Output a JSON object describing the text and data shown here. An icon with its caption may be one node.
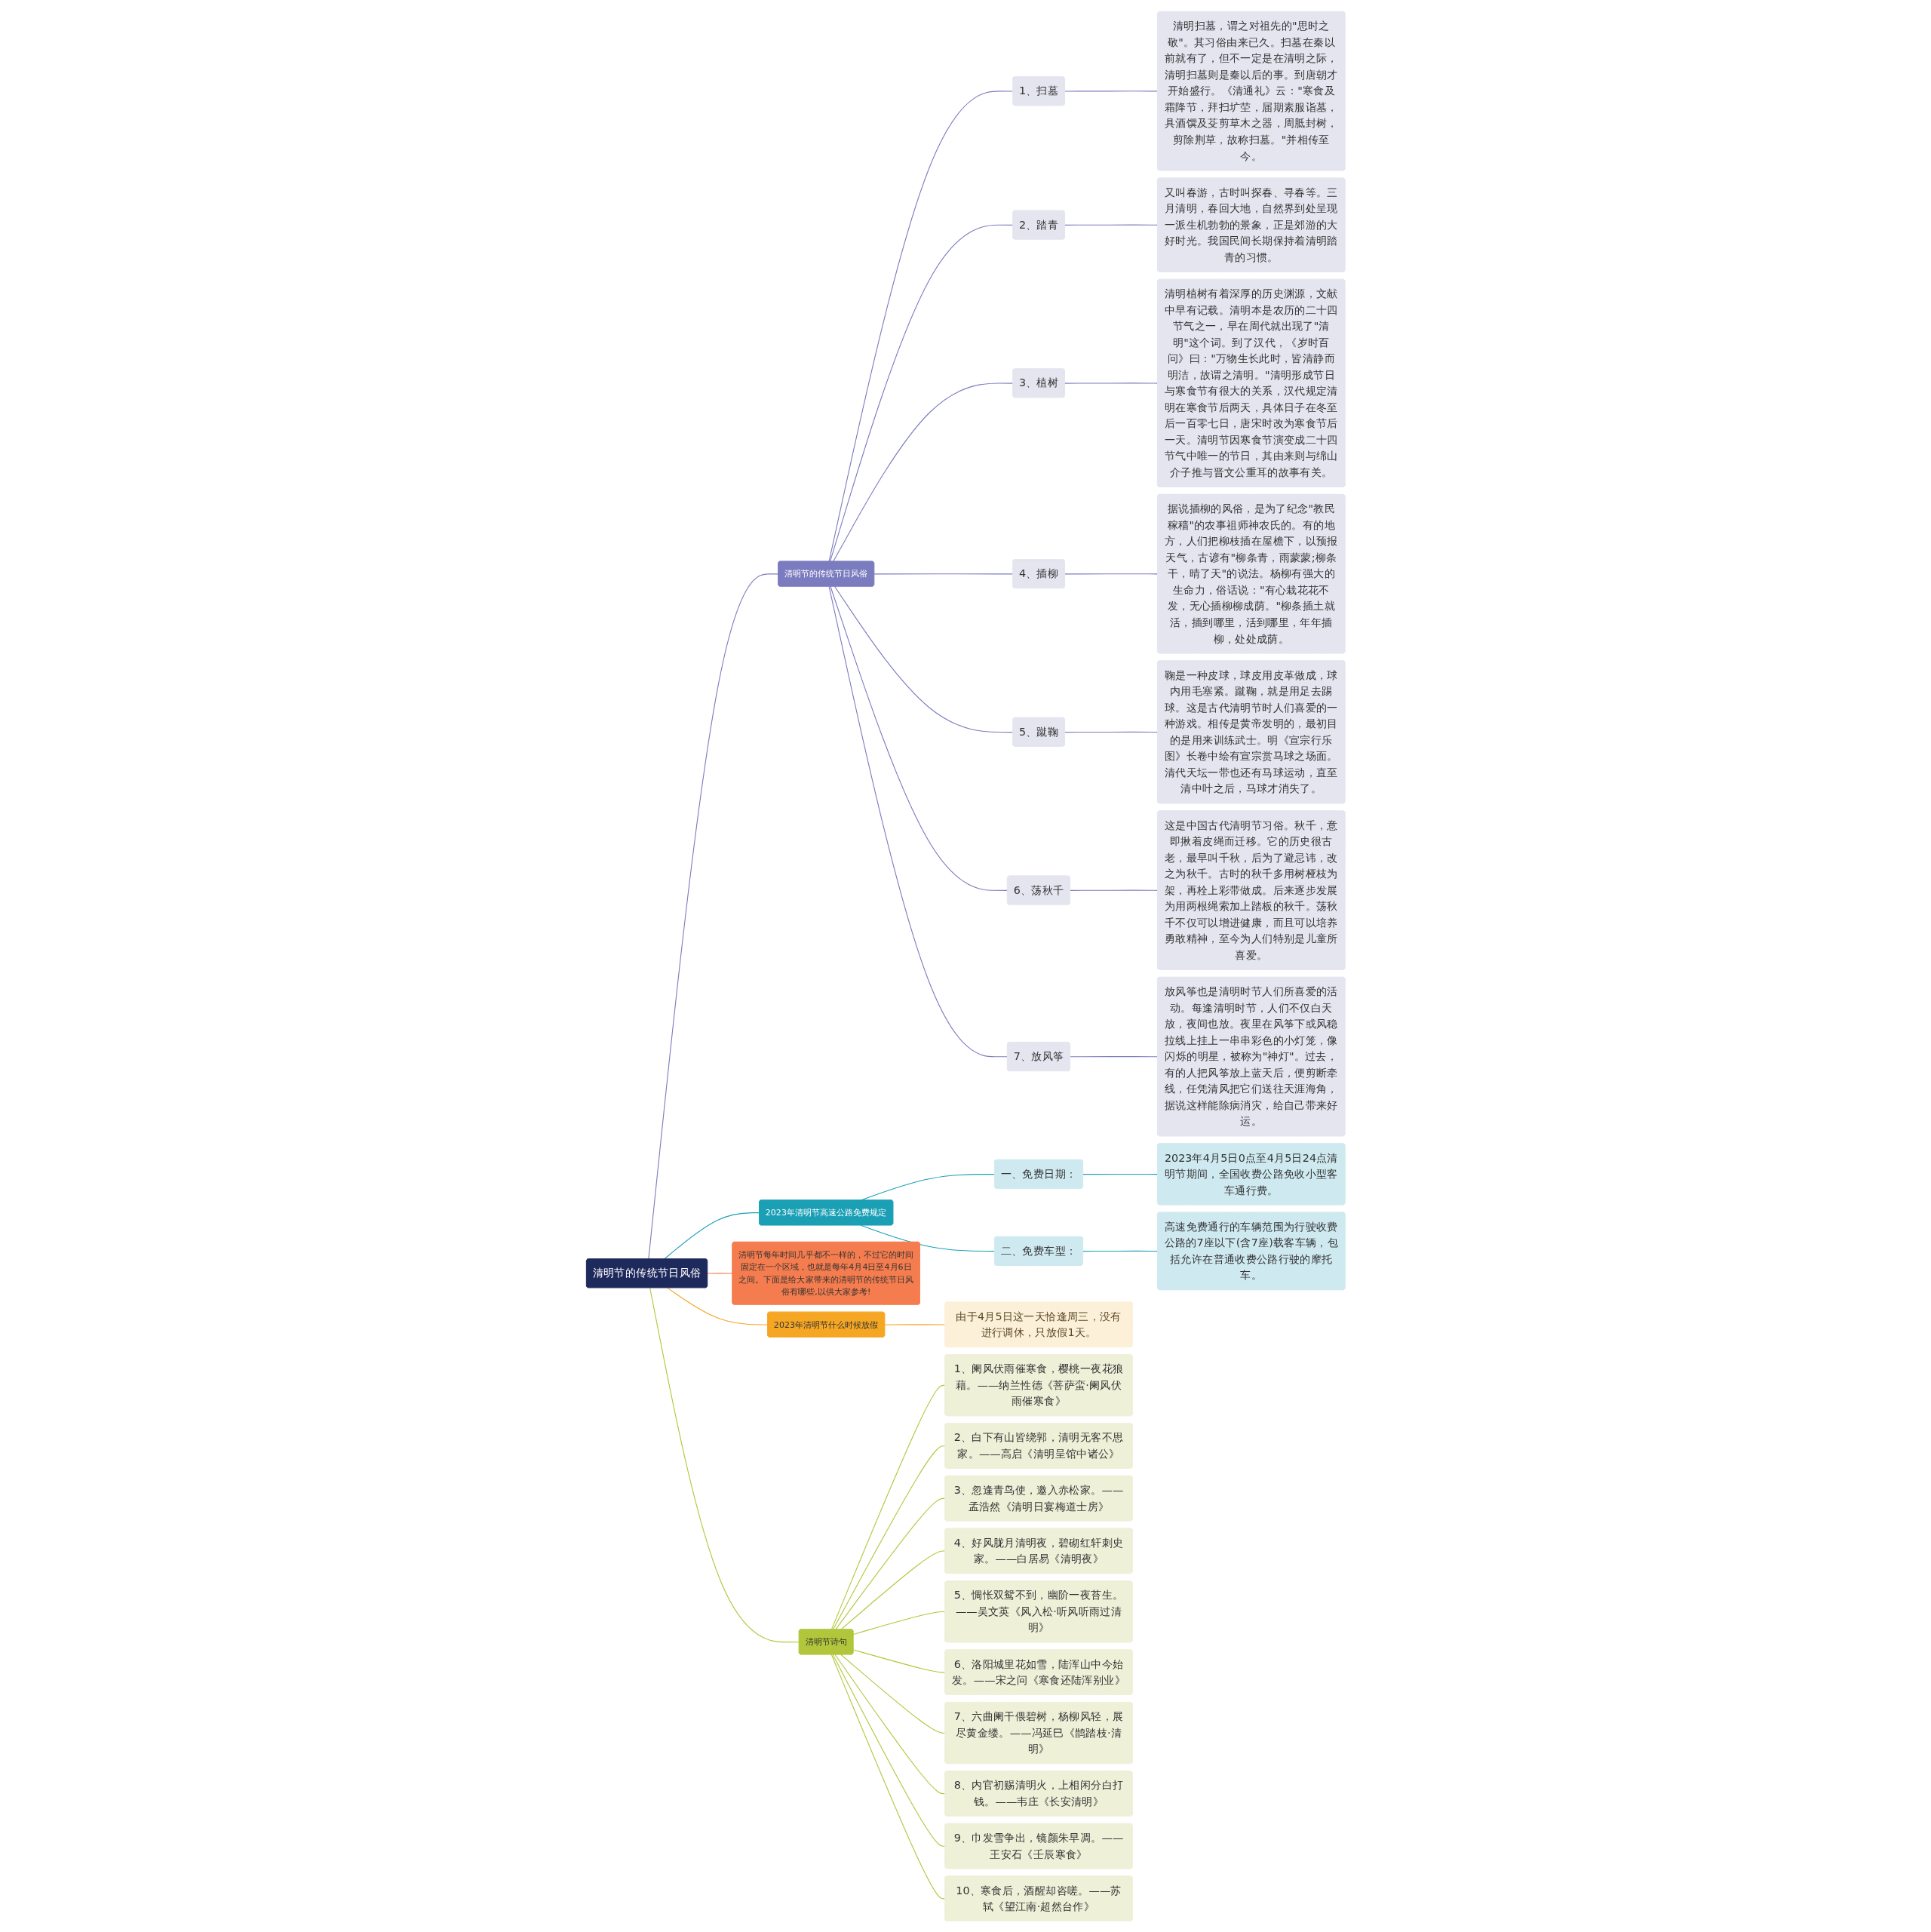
{
  "diagram": {
    "nodes": [
      {
        "text": [
          "清明节的传统节日风俗"
        ]
      },
      {
        "text": [
          "清明节的传统节日风俗"
        ]
      },
      {
        "text": [
          "1、扫墓"
        ]
      },
      {
        "text": [
          "清明扫墓，谓之对祖先的\"思时之敬\"。其习俗由来已久。扫墓在秦以前就有了，但不一定是在清明之际，清明扫墓则是秦以后的事。到唐朝才开始盛行。《清通礼》云：\"寒食及霜降节，拜扫圹茔，届期素服诣墓，具酒馔及芟剪草木之器，周胝封树，剪除荆草，故称扫墓。\"并相传至今。"
        ]
      },
      {
        "text": [
          "2、踏青"
        ]
      },
      {
        "text": [
          "又叫春游，古时叫探春、寻春等。三月清明，春回大地，自然界到处呈现一派生机勃勃的景象，正是郊游的大好时光。我国民间长期保持着清明踏青的习惯。"
        ]
      },
      {
        "text": [
          "3、植树"
        ]
      },
      {
        "text": [
          "清明植树有着深厚的历史渊源，文献中早有记载。清明本是农历的二十四节气之一，早在周代就出现了\"清明\"这个词。到了汉代，《岁时百问》曰：\"万物生长此时，皆清静而明洁，故谓之清明。\"清明形成节日与寒食节有很大的关系，汉代规定清明在寒食节后两天，具体日子在冬至后一百零七日，唐宋时改为寒食节后一天。清明节因寒食节演变成二十四节气中唯一的节日，其由来则与绵山介子推与晋文公重耳的故事有关。"
        ]
      },
      {
        "text": [
          "4、插柳"
        ]
      },
      {
        "text": [
          "据说插柳的风俗，是为了纪念\"教民稼穑\"的农事祖师神农氏的。有的地方，人们把柳枝插在屋檐下，以预报天气，古谚有\"柳条青，雨蒙蒙;柳条干，晴了天\"的说法。杨柳有强大的生命力，俗话说：\"有心栽花花不发，无心插柳柳成荫。\"柳条插土就活，插到哪里，活到哪里，年年插柳，处处成荫。"
        ]
      },
      {
        "text": [
          "5、蹴鞠"
        ]
      },
      {
        "text": [
          "鞠是一种皮球，球皮用皮革做成，球内用毛塞紧。蹴鞠，就是用足去踢球。这是古代清明节时人们喜爱的一种游戏。相传是黄帝发明的，最初目的是用来训练武士。明《宣宗行乐图》长卷中绘有宣宗赏马球之场面。清代天坛一带也还有马球运动，直至清中叶之后，马球才消失了。"
        ]
      },
      {
        "text": [
          "6、荡秋千"
        ]
      },
      {
        "text": [
          "这是中国古代清明节习俗。秋千，意即揪着皮绳而迁移。它的历史很古老，最早叫千秋，后为了避忌讳，改之为秋千。古时的秋千多用树桠枝为架，再栓上彩带做成。后来逐步发展为用两根绳索加上踏板的秋千。荡秋千不仅可以增进健康，而且可以培养勇敢精神，至今为人们特别是儿童所喜爱。"
        ]
      },
      {
        "text": [
          "7、放风筝"
        ]
      },
      {
        "text": [
          "放风筝也是清明时节人们所喜爱的活动。每逢清明时节，人们不仅白天放，夜间也放。夜里在风筝下或风稳拉线上挂上一串串彩色的小灯笼，像闪烁的明星，被称为\"神灯\"。过去，有的人把风筝放上蓝天后，便剪断牵线，任凭清风把它们送往天涯海角，据说这样能除病消灾，给自己带来好运。"
        ]
      },
      {
        "text": [
          "2023年清明节高速公路免费规定"
        ]
      },
      {
        "text": [
          "一、免费日期："
        ]
      },
      {
        "text": [
          "2023年4月5日0点至4月5日24点清明节期间，全国收费公路免收小型客车通行费。"
        ]
      },
      {
        "text": [
          "二、免费车型："
        ]
      },
      {
        "text": [
          "高速免费通行的车辆范围为行驶收费公路的7座以下(含7座)载客车辆，包括允许在普通收费公路行驶的摩托车。"
        ]
      },
      {
        "text": [
          "清明节每年时间几乎都不一样的，不过它的时间固定在一个区域，也就是每年4月4日至4月6日之间。下面是给大家带来的清明节的传统节日风俗有哪些,以供大家参考!"
        ]
      },
      {
        "text": [
          "2023年清明节什么时候放假"
        ]
      },
      {
        "text": [
          "由于4月5日这一天恰逢周三，没有进行调休，只放假1天。"
        ]
      },
      {
        "text": [
          "清明节诗句"
        ]
      },
      {
        "text": [
          "1、阑风伏雨催寒食，樱桃一夜花狼藉。——纳兰性德《菩萨蛮·阑风伏雨催寒食》"
        ]
      },
      {
        "text": [
          "2、白下有山皆绕郭，清明无客不思家。——高启《清明呈馆中诸公》"
        ]
      },
      {
        "text": [
          "3、忽逢青鸟使，邀入赤松家。——孟浩然《清明日宴梅道士房》"
        ]
      },
      {
        "text": [
          "4、好风胧月清明夜，碧砌红轩刺史家。——白居易《清明夜》"
        ]
      },
      {
        "text": [
          "5、惆怅双鸳不到，幽阶一夜苔生。——吴文英《风入松·听风听雨过清明》"
        ]
      },
      {
        "text": [
          "6、洛阳城里花如雪，陆浑山中今始发。——宋之问《寒食还陆浑别业》"
        ]
      },
      {
        "text": [
          "7、六曲阑干偎碧树，杨柳风轻，展尽黄金缕。——冯延巳《鹊踏枝·清明》"
        ]
      },
      {
        "text": [
          "8、内官初赐清明火，上相闲分白打钱。——韦庄《长安清明》"
        ]
      },
      {
        "text": [
          "9、巾发雪争出，镜颜朱早凋。——王安石《壬辰寒食》"
        ]
      },
      {
        "text": [
          "10、寒食后，酒醒却咨嗟。——苏轼《望江南·超然台作》"
        ]
      }
    ],
    "edges": [
      {
        "from": 0,
        "to": 1,
        "arrow": "none"
      },
      {
        "from": 1,
        "to": 2,
        "arrow": "none"
      },
      {
        "from": 2,
        "to": 3,
        "arrow": "none"
      },
      {
        "from": 1,
        "to": 4,
        "arrow": "none"
      },
      {
        "from": 4,
        "to": 5,
        "arrow": "none"
      },
      {
        "from": 1,
        "to": 6,
        "arrow": "none"
      },
      {
        "from": 6,
        "to": 7,
        "arrow": "none"
      },
      {
        "from": 1,
        "to": 8,
        "arrow": "none"
      },
      {
        "from": 8,
        "to": 9,
        "arrow": "none"
      },
      {
        "from": 1,
        "to": 10,
        "arrow": "none"
      },
      {
        "from": 10,
        "to": 11,
        "arrow": "none"
      },
      {
        "from": 1,
        "to": 12,
        "arrow": "none"
      },
      {
        "from": 12,
        "to": 13,
        "arrow": "none"
      },
      {
        "from": 1,
        "to": 14,
        "arrow": "none"
      },
      {
        "from": 14,
        "to": 15,
        "arrow": "none"
      },
      {
        "from": 0,
        "to": 16,
        "arrow": "none",
        "color": "#1a9fb5"
      },
      {
        "from": 16,
        "to": 17,
        "arrow": "none",
        "color": "#1a9fb5"
      },
      {
        "from": 17,
        "to": 18,
        "arrow": "none",
        "color": "#1a9fb5"
      },
      {
        "from": 16,
        "to": 19,
        "arrow": "none",
        "color": "#1a9fb5"
      },
      {
        "from": 19,
        "to": 20,
        "arrow": "none",
        "color": "#1a9fb5"
      },
      {
        "from": 0,
        "to": 21,
        "arrow": "none",
        "color": "#f47c4e"
      },
      {
        "from": 0,
        "to": 22,
        "arrow": "none",
        "color": "#f5a623"
      },
      {
        "from": 22,
        "to": 23,
        "arrow": "none",
        "color": "#f5a623"
      },
      {
        "from": 0,
        "to": 24,
        "arrow": "none",
        "color": "#b1c63a"
      },
      {
        "from": 24,
        "to": 25,
        "arrow": "none",
        "color": "#b1c63a"
      },
      {
        "from": 24,
        "to": 26,
        "arrow": "none",
        "color": "#b1c63a"
      },
      {
        "from": 24,
        "to": 27,
        "arrow": "none",
        "color": "#b1c63a"
      },
      {
        "from": 24,
        "to": 28,
        "arrow": "none",
        "color": "#b1c63a"
      },
      {
        "from": 24,
        "to": 29,
        "arrow": "none",
        "color": "#b1c63a"
      },
      {
        "from": 24,
        "to": 30,
        "arrow": "none",
        "color": "#b1c63a"
      },
      {
        "from": 24,
        "to": 31,
        "arrow": "none",
        "color": "#b1c63a"
      },
      {
        "from": 24,
        "to": 32,
        "arrow": "none",
        "color": "#b1c63a"
      },
      {
        "from": 24,
        "to": 33,
        "arrow": "none",
        "color": "#b1c63a"
      },
      {
        "from": 24,
        "to": 34,
        "arrow": "none",
        "color": "#b1c63a"
      }
    ]
  }
}
